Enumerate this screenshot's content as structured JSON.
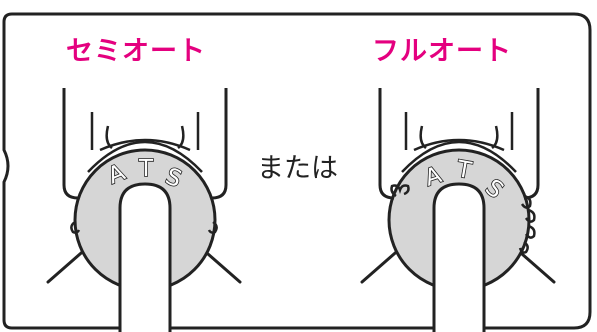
{
  "labels": {
    "semi_auto": "セミオート",
    "full_auto": "フルオート",
    "or": "または"
  },
  "knob_text": {
    "left": [
      "A",
      "T",
      "S"
    ],
    "right": [
      "A",
      "T",
      "S"
    ]
  },
  "colors": {
    "accent": "#e4007f",
    "line": "#222222",
    "knob_fill": "#d6d6d6",
    "background": "#ffffff"
  }
}
